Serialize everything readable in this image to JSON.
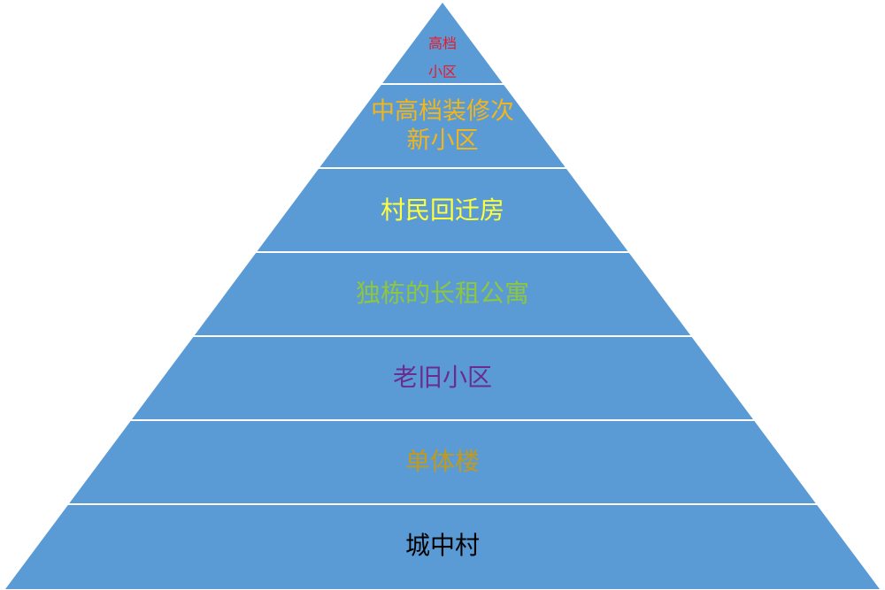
{
  "diagram": {
    "fill_color": "#5b9bd5",
    "separator_color": "#ffffff",
    "tiers": [
      {
        "lines": [
          "高档",
          "小区"
        ],
        "color": "#e8182b"
      },
      {
        "lines": [
          "中高档装修次",
          "新小区"
        ],
        "color": "#f2b51a"
      },
      {
        "lines": [
          "村民回迁房"
        ],
        "color": "#ffff3a"
      },
      {
        "lines": [
          "独栋的长租公寓"
        ],
        "color": "#8dc63f"
      },
      {
        "lines": [
          "老旧小区"
        ],
        "color": "#6a2c91"
      },
      {
        "lines": [
          "单体楼"
        ],
        "color": "#c19a1c"
      },
      {
        "lines": [
          "城中村"
        ],
        "color": "#000000"
      }
    ]
  }
}
